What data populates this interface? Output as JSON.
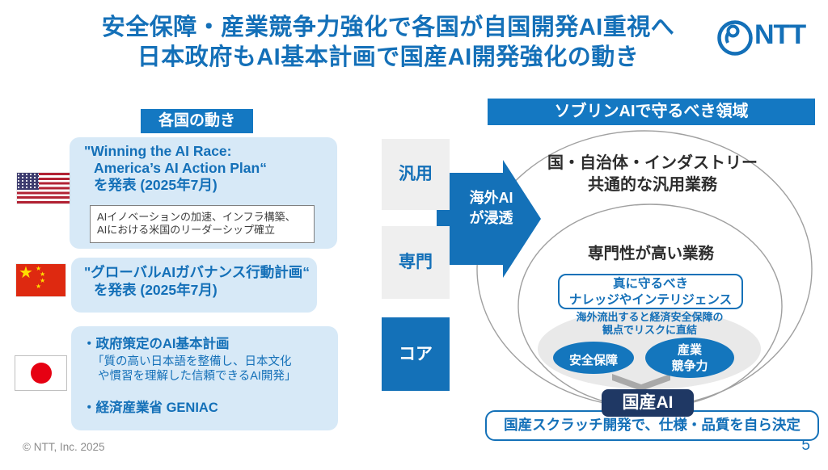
{
  "slide": {
    "title_line1": "安全保障・産業競争力強化で各国が自国開発AI重視へ",
    "title_line2": "日本政府もAI基本計画で国産AI開発強化の動き",
    "logo_text": "NTT",
    "copyright": "© NTT, Inc.  2025",
    "page_number": "5"
  },
  "left": {
    "header": "各国の動き",
    "usa": {
      "title_line1": "\"Winning the AI Race:",
      "title_line2": "America’s AI Action Plan“",
      "title_line3": "を発表 (2025年7月)",
      "note_line1": "AIイノベーションの加速、インフラ構築、",
      "note_line2": "AIにおける米国のリーダーシップ確立"
    },
    "china": {
      "title_line1": "\"グローバルAIガバナンス行動計画“",
      "title_line2": "を発表 (2025年7月)"
    },
    "japan": {
      "item1": "・政府策定のAI基本計画",
      "quote_line1": "「質の高い日本語を整備し、日本文化",
      "quote_line2": "や慣習を理解した信頼できるAI開発」",
      "item2": "・経済産業省 GENIAC"
    }
  },
  "right": {
    "header": "ソブリンAIで守るべき領域",
    "level_general": "汎用",
    "level_specialized": "専門",
    "level_core": "コア",
    "arrow_line1": "海外AI",
    "arrow_line2": "が浸透",
    "outer_line1": "国・自治体・インダストリー",
    "outer_line2": "共通的な汎用業務",
    "middle_label": "専門性が高い業務",
    "protect_line1": "真に守るべき",
    "protect_line2": "ナレッジやインテリジェンス",
    "risk_line1": "海外流出すると経済安全保障の",
    "risk_line2": "観点でリスクに直結",
    "oval_security": "安全保障",
    "oval_industry_line1": "産業",
    "oval_industry_line2": "競争力",
    "badge": "国産AI",
    "bottom_note": "国産スクラッチ開発で、仕様・品質を自ら決定"
  },
  "colors": {
    "blue_text": "#1470b8",
    "header_bg": "#1478c2",
    "arrow_blue": "#1471b8",
    "light_blue": "#d7e9f7",
    "navy": "#1f3864",
    "gray_box": "#efefef",
    "gray_ellipse": "#e9e9e9",
    "chevron_gray": "#a9a9a9",
    "ellipse_stroke": "#a0a0a0",
    "note_text": "#3d3d3d",
    "footer_gray": "#8c8c8c"
  }
}
